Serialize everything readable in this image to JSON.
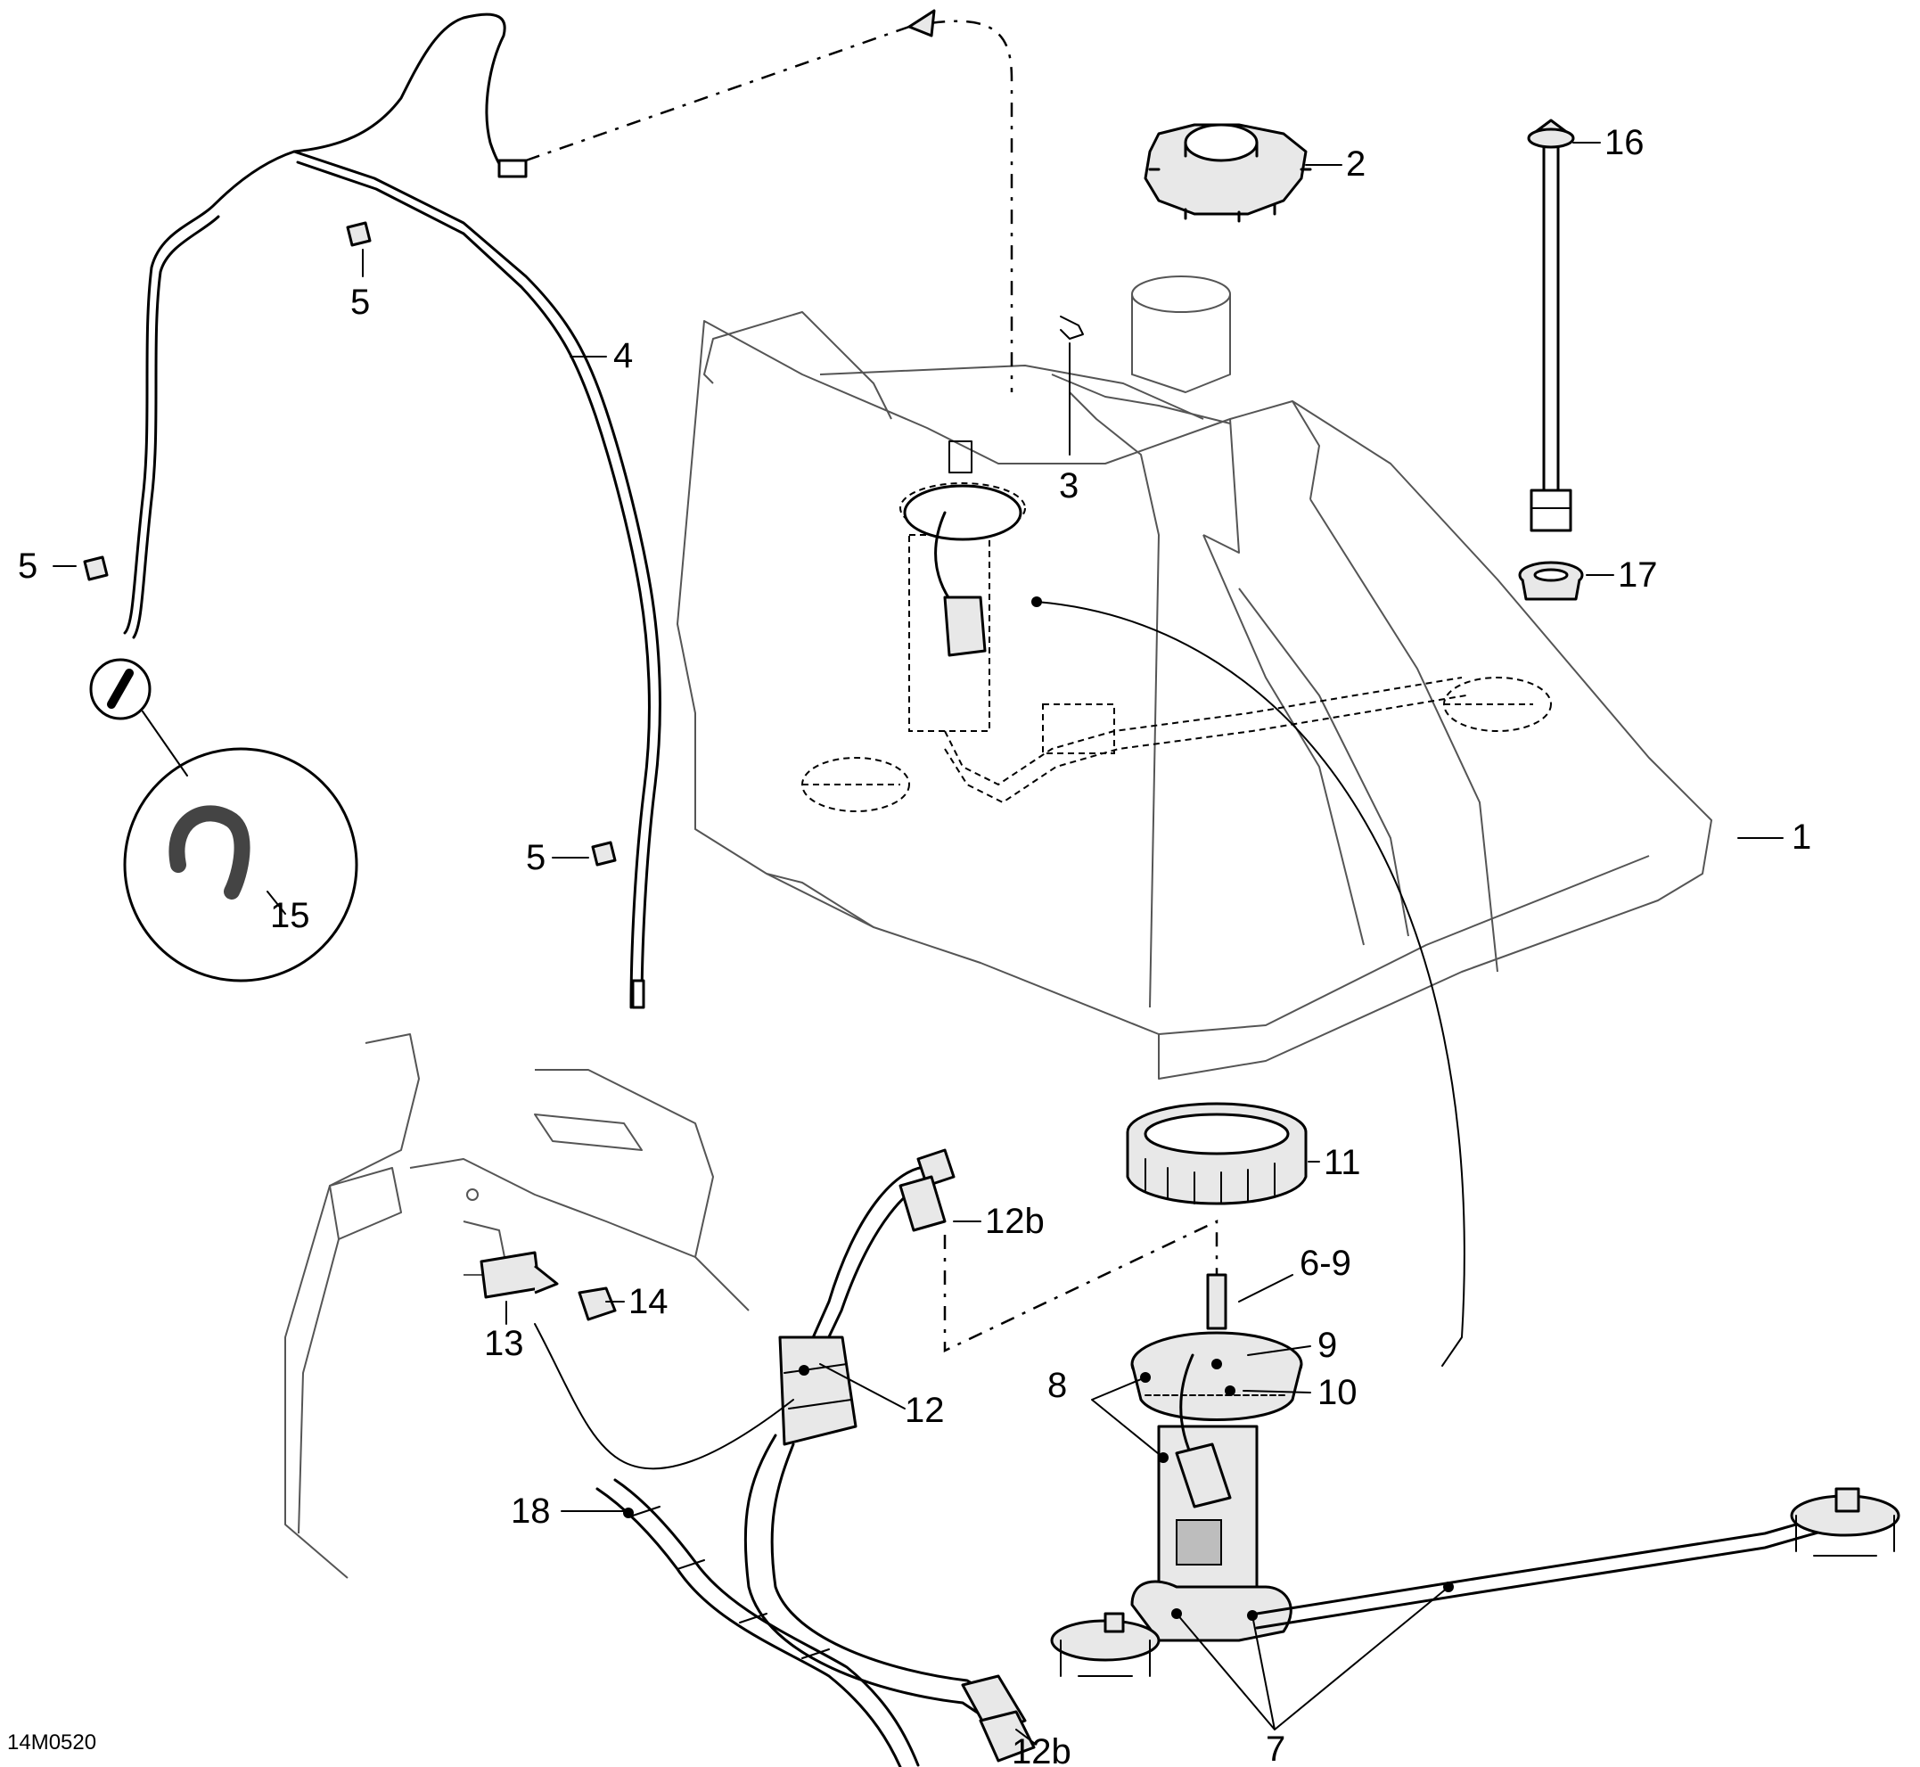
{
  "diagram": {
    "drawing_code": "14M0520",
    "callouts": [
      {
        "id": "c1",
        "label": "1"
      },
      {
        "id": "c2",
        "label": "2"
      },
      {
        "id": "c3",
        "label": "3"
      },
      {
        "id": "c4",
        "label": "4"
      },
      {
        "id": "c5a",
        "label": "5"
      },
      {
        "id": "c5b",
        "label": "5"
      },
      {
        "id": "c5c",
        "label": "5"
      },
      {
        "id": "c6_9",
        "label": "6-9"
      },
      {
        "id": "c7",
        "label": "7"
      },
      {
        "id": "c8",
        "label": "8"
      },
      {
        "id": "c9",
        "label": "9"
      },
      {
        "id": "c10",
        "label": "10"
      },
      {
        "id": "c11",
        "label": "11"
      },
      {
        "id": "c12",
        "label": "12"
      },
      {
        "id": "c12b_a",
        "label": "12b"
      },
      {
        "id": "c12b_b",
        "label": "12b"
      },
      {
        "id": "c13",
        "label": "13"
      },
      {
        "id": "c14",
        "label": "14"
      },
      {
        "id": "c15",
        "label": "15"
      },
      {
        "id": "c16",
        "label": "16"
      },
      {
        "id": "c17",
        "label": "17"
      },
      {
        "id": "c18",
        "label": "18"
      }
    ]
  }
}
